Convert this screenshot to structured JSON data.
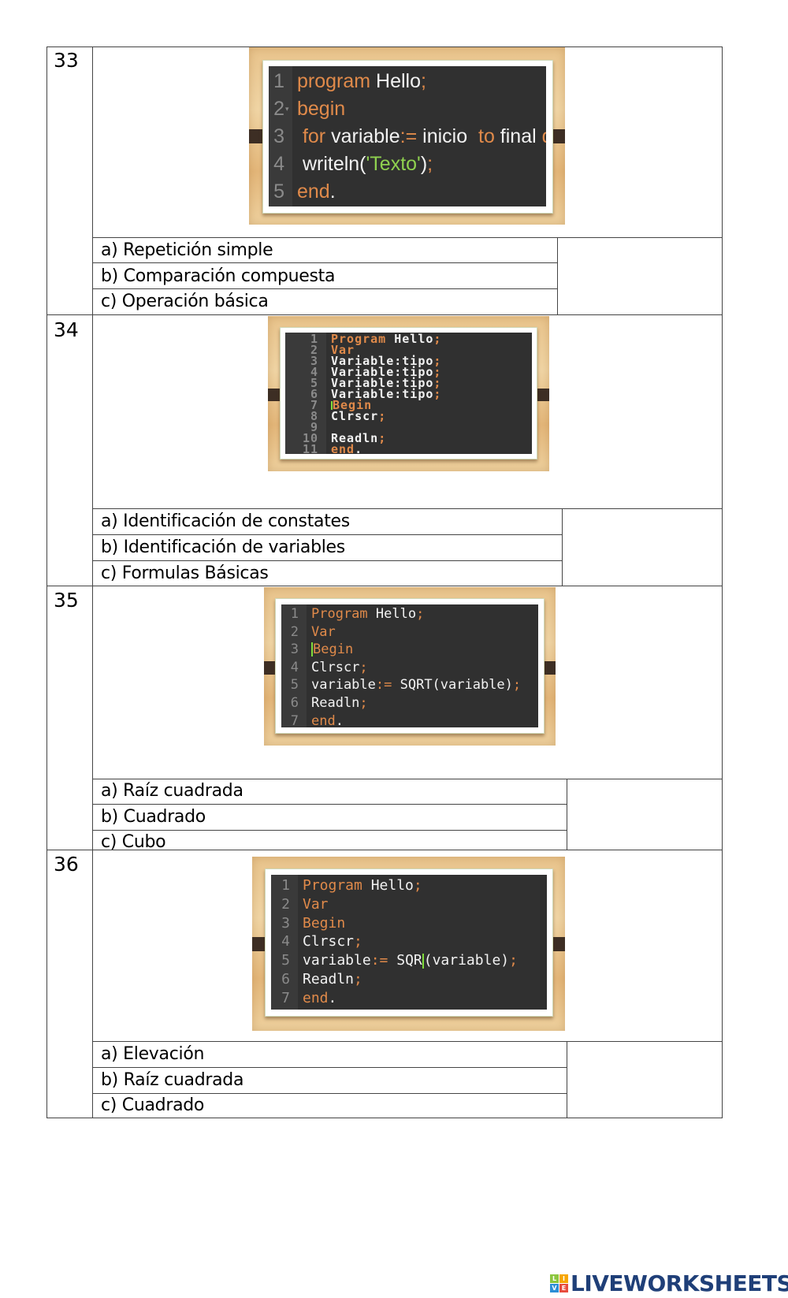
{
  "questions": [
    {
      "number": "33",
      "code": [
        {
          "n": "1",
          "parts": [
            [
              "kw",
              "program"
            ],
            [
              "t",
              " Hello"
            ],
            [
              "kw",
              ";"
            ]
          ]
        },
        {
          "n": "2",
          "fold": true,
          "parts": [
            [
              "kw",
              "begin"
            ]
          ]
        },
        {
          "n": "3",
          "parts": [
            [
              "t",
              " "
            ],
            [
              "kw",
              "for"
            ],
            [
              "t",
              " variable"
            ],
            [
              "kw",
              ":="
            ],
            [
              "t",
              " inicio  "
            ],
            [
              "kw",
              "to"
            ],
            [
              "t",
              " final "
            ],
            [
              "kw",
              "do"
            ]
          ]
        },
        {
          "n": "4",
          "parts": [
            [
              "t",
              " writeln("
            ],
            [
              "str",
              "'Texto'"
            ],
            [
              "t",
              ")"
            ],
            [
              "kw",
              ";"
            ]
          ]
        },
        {
          "n": "5",
          "parts": [
            [
              "kw",
              "end"
            ],
            [
              "t",
              "."
            ]
          ]
        }
      ],
      "options": [
        "a) Repetición simple",
        "b) Comparación compuesta",
        "c)  Operación básica"
      ],
      "answer": ""
    },
    {
      "number": "34",
      "code": [
        {
          "n": "1",
          "parts": [
            [
              "kw",
              "Program"
            ],
            [
              "t",
              " Hello"
            ],
            [
              "kw",
              ";"
            ]
          ]
        },
        {
          "n": "2",
          "parts": [
            [
              "kw",
              "Var"
            ]
          ]
        },
        {
          "n": "3",
          "parts": [
            [
              "t",
              "Variable:tipo"
            ],
            [
              "kw",
              ";"
            ]
          ]
        },
        {
          "n": "4",
          "parts": [
            [
              "t",
              "Variable:tipo"
            ],
            [
              "kw",
              ";"
            ]
          ]
        },
        {
          "n": "5",
          "parts": [
            [
              "t",
              "Variable:tipo"
            ],
            [
              "kw",
              ";"
            ]
          ]
        },
        {
          "n": "6",
          "parts": [
            [
              "t",
              "Variable:tipo"
            ],
            [
              "kw",
              ";"
            ]
          ]
        },
        {
          "n": "7",
          "caret": true,
          "parts": [
            [
              "kw",
              "Begin"
            ]
          ]
        },
        {
          "n": "8",
          "parts": [
            [
              "t",
              "Clrscr"
            ],
            [
              "kw",
              ";"
            ]
          ]
        },
        {
          "n": "9",
          "parts": []
        },
        {
          "n": "10",
          "parts": [
            [
              "t",
              "Readln"
            ],
            [
              "kw",
              ";"
            ]
          ]
        },
        {
          "n": "11",
          "parts": [
            [
              "kw",
              "end"
            ],
            [
              "t",
              "."
            ]
          ]
        }
      ],
      "options": [
        "a)  Identificación de constates",
        "b) Identificación de variables",
        "c) Formulas Básicas"
      ],
      "answer": ""
    },
    {
      "number": "35",
      "code": [
        {
          "n": "1",
          "parts": [
            [
              "kw",
              "Program"
            ],
            [
              "t",
              " Hello"
            ],
            [
              "kw",
              ";"
            ]
          ]
        },
        {
          "n": "2",
          "parts": [
            [
              "kw",
              "Var"
            ]
          ]
        },
        {
          "n": "3",
          "caret": true,
          "parts": [
            [
              "kw",
              "Begin"
            ]
          ]
        },
        {
          "n": "4",
          "parts": [
            [
              "t",
              "Clrscr"
            ],
            [
              "kw",
              ";"
            ]
          ]
        },
        {
          "n": "5",
          "parts": [
            [
              "t",
              "variable"
            ],
            [
              "kw",
              ":="
            ],
            [
              "t",
              " SQRT(variable)"
            ],
            [
              "kw",
              ";"
            ]
          ]
        },
        {
          "n": "6",
          "parts": [
            [
              "t",
              "Readln"
            ],
            [
              "kw",
              ";"
            ]
          ]
        },
        {
          "n": "7",
          "parts": [
            [
              "kw",
              "end"
            ],
            [
              "t",
              "."
            ]
          ]
        }
      ],
      "options": [
        "a)  Raíz cuadrada",
        "b)  Cuadrado",
        "c) Cubo"
      ],
      "answer": ""
    },
    {
      "number": "36",
      "code": [
        {
          "n": "1",
          "parts": [
            [
              "kw",
              "Program"
            ],
            [
              "t",
              " Hello"
            ],
            [
              "kw",
              ";"
            ]
          ]
        },
        {
          "n": "2",
          "parts": [
            [
              "kw",
              "Var"
            ]
          ]
        },
        {
          "n": "3",
          "parts": [
            [
              "kw",
              "Begin"
            ]
          ]
        },
        {
          "n": "4",
          "parts": [
            [
              "t",
              "Clrscr"
            ],
            [
              "kw",
              ";"
            ]
          ]
        },
        {
          "n": "5",
          "parts": [
            [
              "t",
              "variable"
            ],
            [
              "kw",
              ":="
            ],
            [
              "t",
              " SQR"
            ],
            [
              "caret",
              ""
            ],
            [
              "t",
              "(variable)"
            ],
            [
              "kw",
              ";"
            ]
          ]
        },
        {
          "n": "6",
          "parts": [
            [
              "t",
              "Readln"
            ],
            [
              "kw",
              ";"
            ]
          ]
        },
        {
          "n": "7",
          "parts": [
            [
              "kw",
              "end"
            ],
            [
              "t",
              "."
            ]
          ]
        }
      ],
      "options": [
        "a) Elevación",
        "b) Raíz cuadrada",
        "c) Cuadrado"
      ],
      "answer": ""
    }
  ],
  "footer": {
    "logo_letters": [
      "L",
      "I",
      "V",
      "E"
    ],
    "logo_colors": [
      "#8cc63f",
      "#f7a600",
      "#2c8ed6",
      "#e84c3d"
    ],
    "logo_text": "LIVEWORKSHEETS"
  }
}
